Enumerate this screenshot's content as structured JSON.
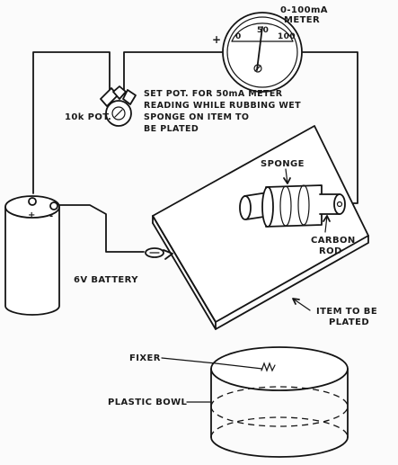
{
  "labels": {
    "meter_range": "0-100mA",
    "meter_word": "METER",
    "meter_plus": "+",
    "meter_scale_0": "0",
    "meter_scale_50": "50",
    "meter_scale_100": "100",
    "pot_name": "10k POT.",
    "pot_note_line1": "SET POT. FOR 50mA METER",
    "pot_note_line2": "READING WHILE RUBBING WET",
    "pot_note_line3": "SPONGE ON ITEM TO",
    "pot_note_line4": "BE PLATED",
    "sponge": "SPONGE",
    "carbon_line1": "CARBON",
    "carbon_line2": "ROD",
    "battery": "6V BATTERY",
    "battery_plus": "+",
    "battery_minus": "-",
    "item_line1": "ITEM TO BE",
    "item_line2": "PLATED",
    "fixer": "FIXER",
    "bowl": "PLASTIC BOWL"
  }
}
